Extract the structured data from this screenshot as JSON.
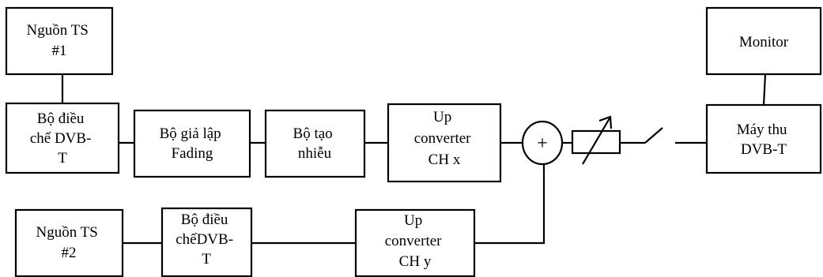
{
  "blocks": {
    "ts1": [
      "Nguồn TS",
      "#1"
    ],
    "mod1": [
      "Bộ điều",
      "chế DVB-",
      "T"
    ],
    "fading": [
      "Bộ giả lập",
      "Fading"
    ],
    "noise": [
      "Bộ tạo",
      "nhiễu"
    ],
    "upx": [
      "Up",
      "converter",
      "CH  x"
    ],
    "monitor": [
      "Monitor"
    ],
    "receiver": [
      "Máy thu",
      "DVB-T"
    ],
    "ts2": [
      "Nguồn TS",
      "#2"
    ],
    "mod2": [
      "Bộ điều",
      "chếDVB-",
      "T"
    ],
    "upy": [
      "Up",
      "converter",
      "CH  y"
    ]
  },
  "summer_symbol": "+"
}
